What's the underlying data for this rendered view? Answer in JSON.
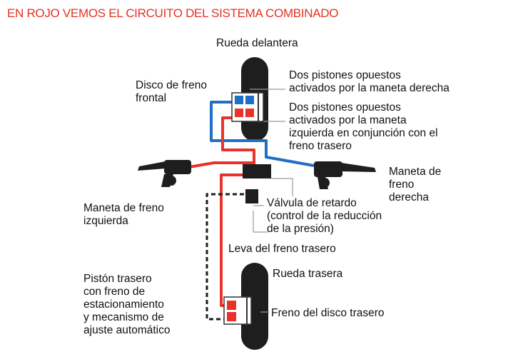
{
  "title": "EN ROJO VEMOS EL CIRCUITO DEL SISTEMA COMBINADO",
  "labels": {
    "front_wheel": "Rueda delantera",
    "front_disc_1": "Disco de freno",
    "front_disc_2": "frontal",
    "right_pistons_1": "Dos pistones opuestos",
    "right_pistons_2": "activados por la maneta derecha",
    "left_pistons_1": "Dos pistones opuestos",
    "left_pistons_2": "activados por la maneta",
    "left_pistons_3": "izquierda en conjunción con el",
    "left_pistons_4": "freno trasero",
    "right_lever_1": "Maneta de",
    "right_lever_2": "freno",
    "right_lever_3": "derecha",
    "left_lever_1": "Maneta de freno",
    "left_lever_2": "izquierda",
    "delay_valve_1": "Válvula de retardo",
    "delay_valve_2": "(control de la reducción",
    "delay_valve_3": "de la presión)",
    "rear_cam": "Leva del freno trasero",
    "rear_wheel": "Rueda trasera",
    "rear_piston_1": "Pistón trasero",
    "rear_piston_2": "con freno de",
    "rear_piston_3": "estacionamiento",
    "rear_piston_4": "y mecanismo de",
    "rear_piston_5": "ajuste automático",
    "rear_disc": "Freno del disco trasero"
  },
  "colors": {
    "title": "#e53223",
    "circuit_combined": "#e8322a",
    "circuit_front": "#1f6fc4",
    "wheel": "#1e1e1e",
    "leader": "#9a9a9a"
  }
}
